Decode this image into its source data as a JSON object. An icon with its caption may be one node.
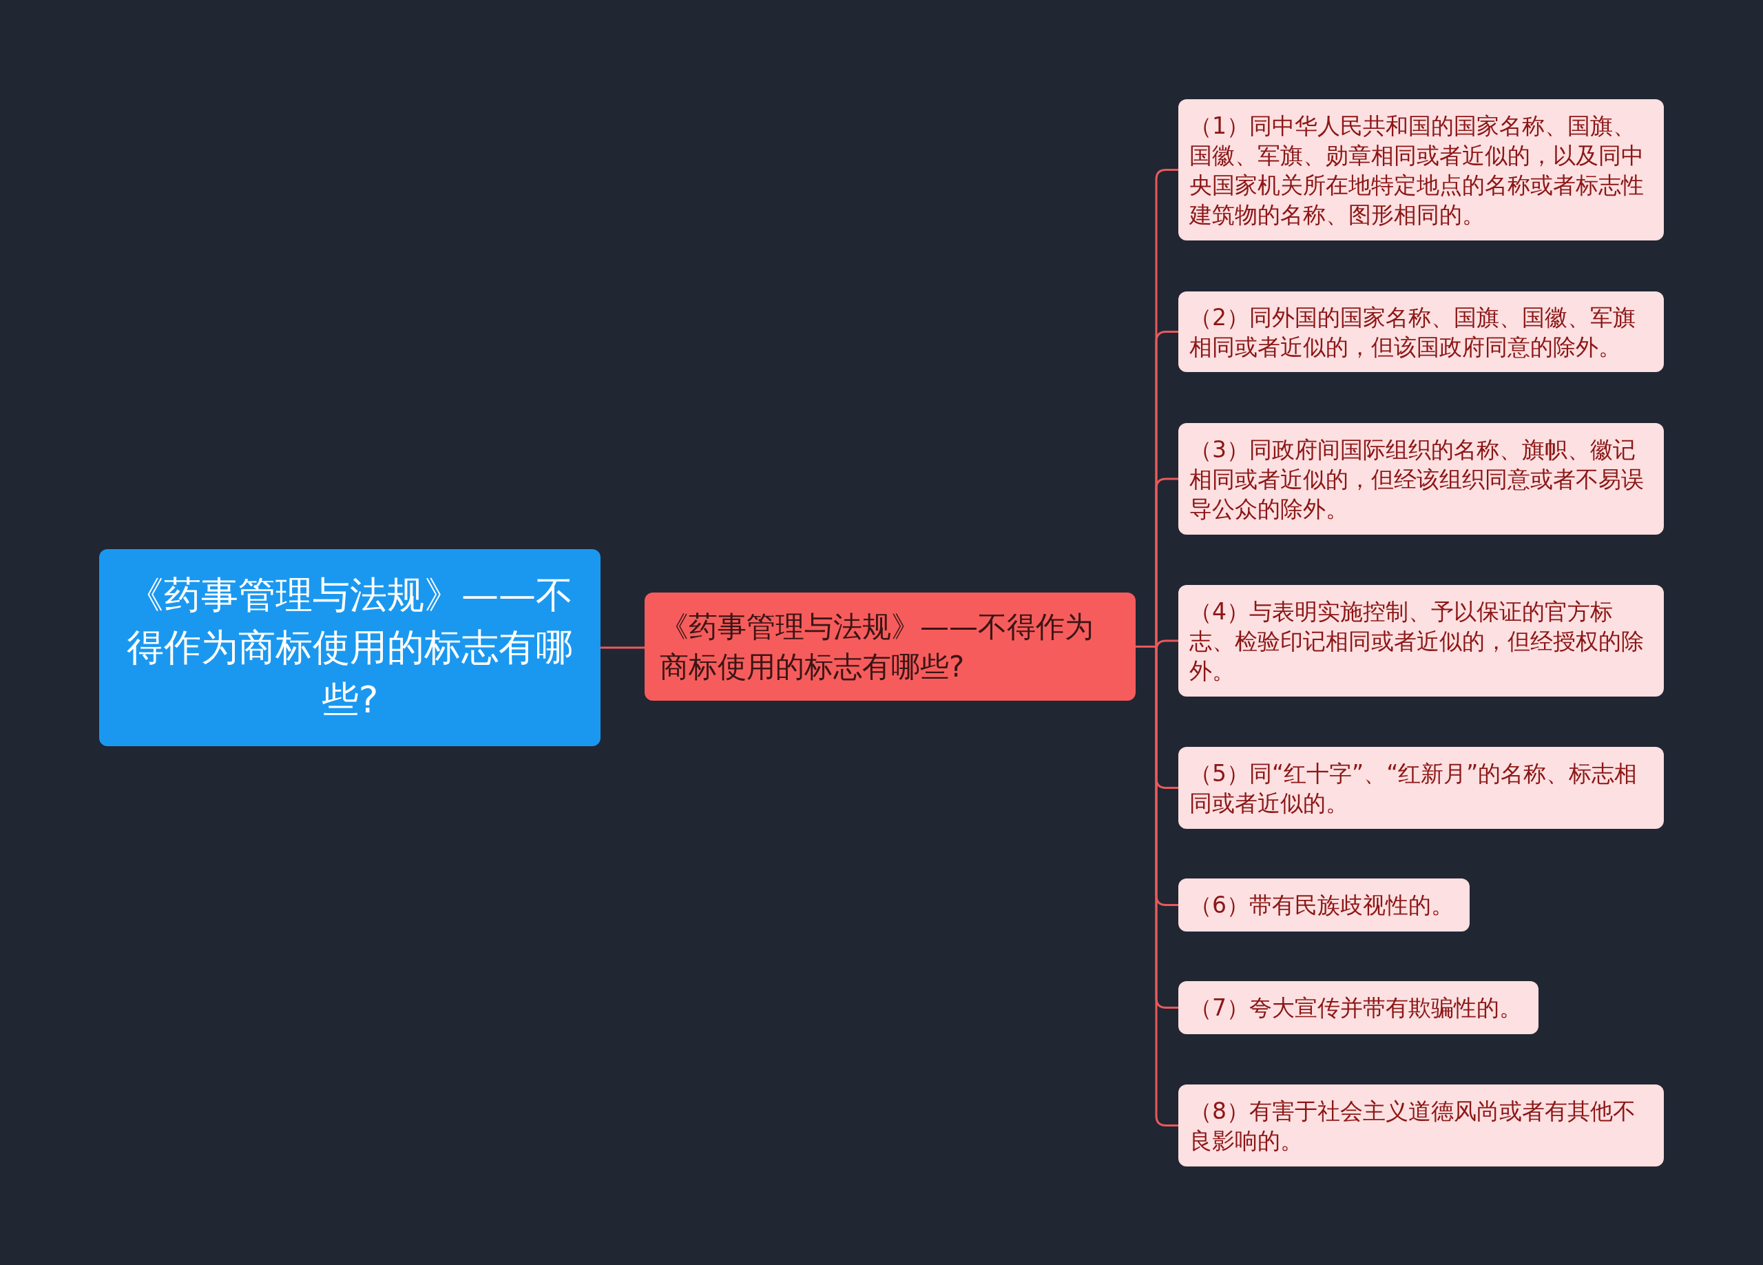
{
  "diagram": {
    "nodes": [
      {
        "text": [
          "《药事管理与法规》——不得作为商标使用的标志有哪些?"
        ]
      },
      {
        "text": [
          "《药事管理与法规》——不得作为商标使用的标志有哪些?"
        ]
      },
      {
        "text": [
          "（1）同中华人民共和国的国家名称、国旗、国徽、军旗、勋章相同或者近似的，以及同中央国家机关所在地特定地点的名称或者标志性建筑物的名称、图形相同的。"
        ]
      },
      {
        "text": [
          "（2）同外国的国家名称、国旗、国徽、军旗相同或者近似的，但该国政府同意的除外。"
        ]
      },
      {
        "text": [
          "（3）同政府间国际组织的名称、旗帜、徽记相同或者近似的，但经该组织同意或者不易误导公众的除外。"
        ]
      },
      {
        "text": [
          "（4）与表明实施控制、予以保证的官方标志、检验印记相同或者近似的，但经授权的除外。"
        ]
      },
      {
        "text": [
          "（5）同“红十字”、“红新月”的名称、标志相同或者近似的。"
        ]
      },
      {
        "text": [
          "（6）带有民族歧视性的。"
        ]
      },
      {
        "text": [
          "（7）夸大宣传并带有欺骗性的。"
        ]
      },
      {
        "text": [
          "（8）有害于社会主义道德风尚或者有其他不良影响的。"
        ]
      }
    ],
    "edges": [
      {
        "from": 0,
        "to": 1,
        "arrow": "none"
      },
      {
        "from": 1,
        "to": 2,
        "arrow": "none"
      },
      {
        "from": 1,
        "to": 3,
        "arrow": "none"
      },
      {
        "from": 1,
        "to": 4,
        "arrow": "none"
      },
      {
        "from": 1,
        "to": 5,
        "arrow": "none"
      },
      {
        "from": 1,
        "to": 6,
        "arrow": "none"
      },
      {
        "from": 1,
        "to": 7,
        "arrow": "none"
      },
      {
        "from": 1,
        "to": 8,
        "arrow": "none"
      },
      {
        "from": 1,
        "to": 9,
        "arrow": "none"
      }
    ]
  }
}
